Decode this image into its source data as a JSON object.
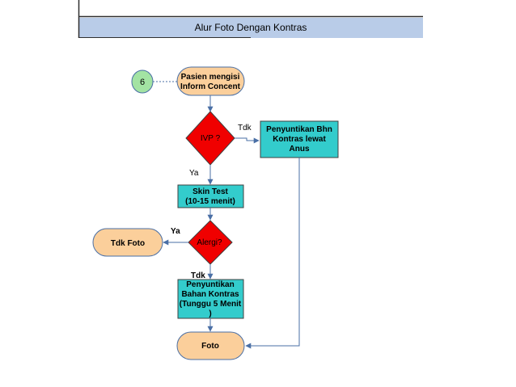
{
  "header": {
    "title": "Alur Foto Dengan Kontras"
  },
  "nodes": {
    "connector": "6",
    "start": [
      "Pasien mengisi",
      "Inform Concent"
    ],
    "decision_ivp": "IVP ?",
    "injection_anus": [
      "Penyuntikan Bhn",
      "Kontras lewat",
      "Anus"
    ],
    "skin_test": [
      "Skin Test",
      "(10-15 menit)"
    ],
    "decision_allergy": "Alergi?",
    "no_photo": "Tdk Foto",
    "injection_contrast": [
      "Penyuntikan",
      "Bahan Kontras",
      "(Tunggu 5 Menit",
      ")"
    ],
    "photo": "Foto"
  },
  "edge_labels": {
    "ivp_no": "Tdk",
    "ivp_yes": "Ya",
    "allergy_yes": "Ya",
    "allergy_no": "Tdk"
  },
  "colors": {
    "header_band": "#b9cce8",
    "header_line": "#2f2f2f",
    "terminal_fill": "#fbcf9b",
    "terminal_stroke": "#4a6fa5",
    "connector_fill": "#a3e3a3",
    "decision_fill": "#f00000",
    "process_fill": "#33cccc",
    "process_stroke": "#404040",
    "no_photo_fill": "#fbcf9b",
    "arrow": "#4a6fa5",
    "dashed": "#4a6fa5"
  }
}
